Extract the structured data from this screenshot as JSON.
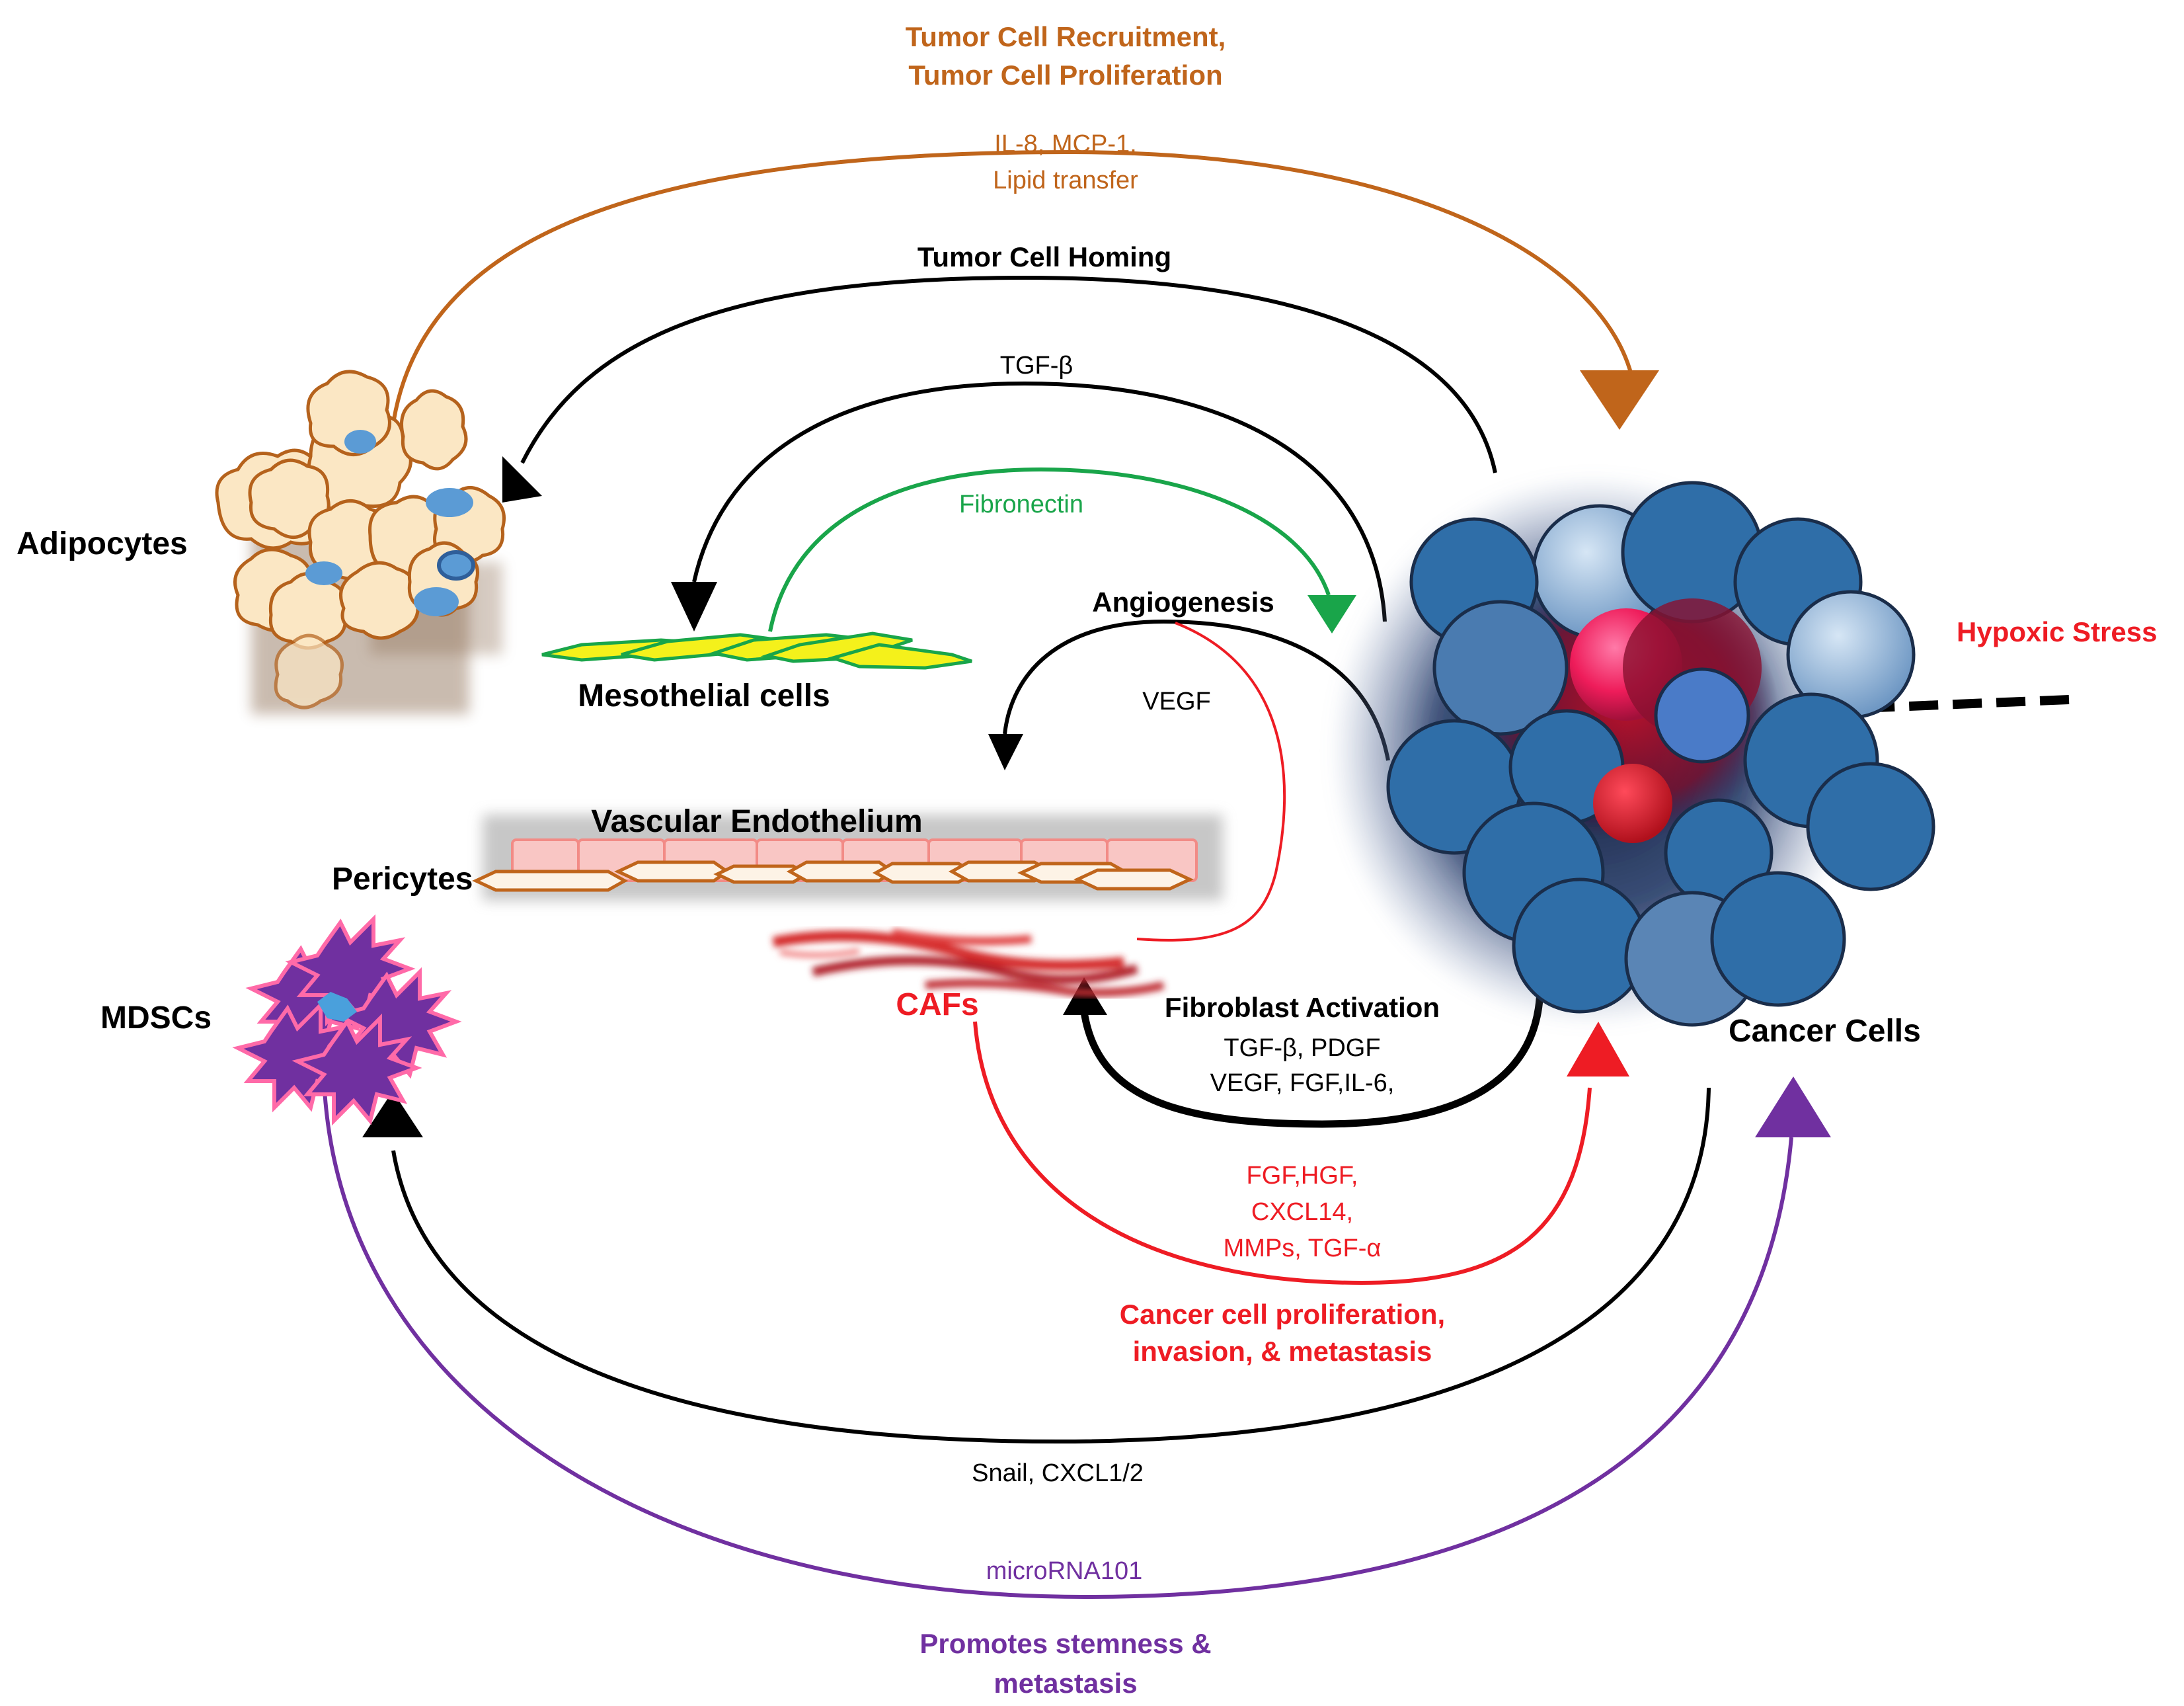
{
  "colors": {
    "orange": "#c0651b",
    "black": "#000000",
    "green": "#19a54a",
    "red": "#ee1c24",
    "purple": "#7030a0",
    "tumor_blue": "#2f6ea8",
    "adipocyte_fill": "#fbe7c4",
    "adipocyte_edge": "#b5621c",
    "meso_fill": "#f4f11b",
    "meso_edge": "#19a54a",
    "endo_fill": "#f9c6c4",
    "endo_edge": "#f28b86"
  },
  "nodes": {
    "adipocytes": "Adipocytes",
    "mesothelial": "Mesothelial cells",
    "vascular": "Vascular Endothelium",
    "pericytes": "Pericytes",
    "mdscs": "MDSCs",
    "cafs": "CAFs",
    "cancer": "Cancer Cells",
    "hypoxic": "Hypoxic Stress"
  },
  "edges": {
    "recruitment_title_1": "Tumor Cell Recruitment,",
    "recruitment_title_2": "Tumor Cell Proliferation",
    "recruitment_factors_1": "IL-8, MCP-1,",
    "recruitment_factors_2": "Lipid transfer",
    "homing_title": "Tumor Cell Homing",
    "homing_factor": "TGF-β",
    "fibronectin": "Fibronectin",
    "angiogenesis": "Angiogenesis",
    "vegf": "VEGF",
    "fibroblast_title": "Fibroblast Activation",
    "fibroblast_factors_1": "TGF-β,  PDGF",
    "fibroblast_factors_2": "VEGF, FGF,IL-6,",
    "caf_factors_1": "FGF,HGF,",
    "caf_factors_2": "CXCL14,",
    "caf_factors_3": "MMPs, TGF-α",
    "caf_effect_1": "Cancer cell proliferation,",
    "caf_effect_2": "invasion, & metastasis",
    "snail": "Snail, CXCL1/2",
    "microrna": "microRNA101",
    "stemness_1": "Promotes stemness &",
    "stemness_2": "metastasis"
  }
}
